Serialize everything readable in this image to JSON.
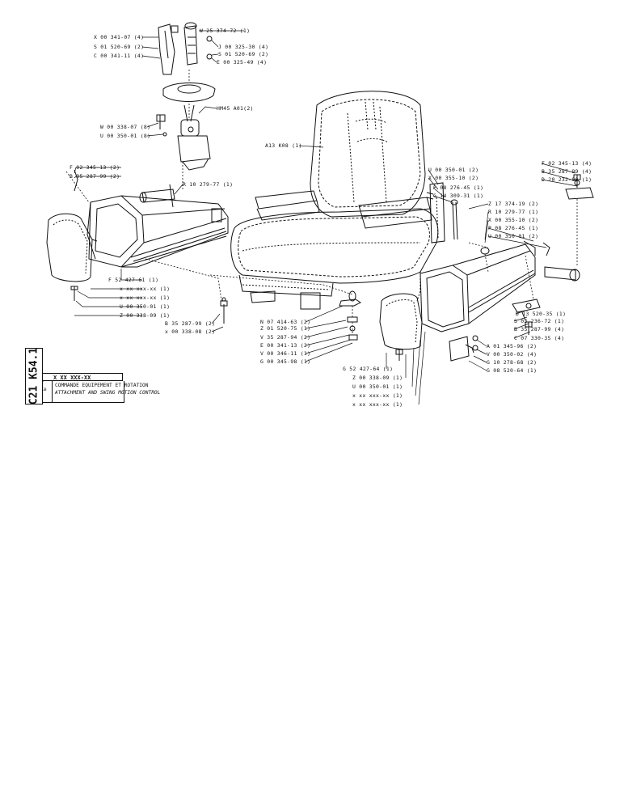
{
  "labels": [
    "X 00 341-07 (4)",
    "S 01 520-69 (2)",
    "C 00 341-11 (4)",
    "W 25 374-72 (1)",
    "J 00 325-30 (4)",
    "S 01 520-69 (2)",
    "E 00 325-49 (4)",
    "HM45 A01(2)",
    "W 00 338-07 (8)",
    "U 00 350-01 (8)",
    "A13 K08 (1)",
    "F 02 345-13 (2)",
    "B 35 287-99 (2)",
    "R 10 279-77 (1)",
    "U 00 350-01 (2)",
    "X 00 355-10 (2)",
    "P 08 276-45 (1)",
    "G 14 309-31 (1)",
    "F 02 345-13 (4)",
    "B 35 287-99 (4)",
    "D 20 232-90 (1)",
    "Z 17 374-19 (2)",
    "R 10 279-77 (1)",
    "X 00 355-10 (2)",
    "P 08 276-45 (1)",
    "U 00 350-01 (2)",
    "F 52 427-61 (1)",
    "x xx xxx-xx (1)",
    "x xx xxx-xx (1)",
    "U 00 350-01 (1)",
    "Z 00 338-09 (1)",
    "B 35 287-99 (2)",
    "x 00 338-08 (2)",
    "N 07 414-63 (2)",
    "Z 01 520-75 (1)",
    "V 35 287-94 (2)",
    "E 00 341-13 (2)",
    "V 00 346-11 (1)",
    "G 00 345-98 (1)",
    "G 52 427-64 (1)",
    "Z 00 338-09 (1)",
    "U 00 350-01 (1)",
    "x xx xxx-xx (1)",
    "x xx xxx-xx (1)",
    "D 13 520-35 (1)",
    "S 03 236-72 (1)",
    "B 35 287-99 (4)",
    "C 07 330-35 (4)",
    "A 01 345-96 (2)",
    "V 00 350-02 (4)",
    "G 10 278-68 (2)",
    "G 08 520-64 (1)"
  ],
  "title_block": {
    "reference": "C21 K54.1",
    "part_number": "X XX XXX-XX",
    "lang_fr": "F",
    "lang_gb": "GB",
    "title_fr": "COMMANDE EQUIPEMENT ET ROTATION",
    "title_en": "ATTACHMENT AND SWING MOTION CONTROL"
  }
}
